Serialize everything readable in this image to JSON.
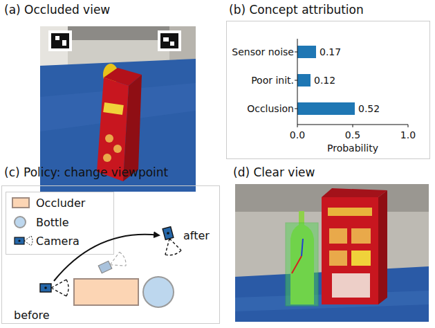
{
  "diagram": {
    "nodes": [
      {
        "text": [
          "(a) Occluded view"
        ]
      },
      {
        "text": [
          "(b) Concept attribution"
        ]
      },
      {
        "text": [
          "(c) Policy: change viewpoint"
        ]
      },
      {
        "text": [
          "(d) Clear view"
        ]
      }
    ],
    "labels": [
      "Sensor noise",
      "Poor init.",
      "Occlusion",
      "0.17",
      "0.12",
      "0.52",
      "0.0",
      "0.5",
      "1.0",
      "Probability",
      "before",
      "after"
    ],
    "legend": [
      {
        "text": "Occluder",
        "color": "#fcd5b4"
      },
      {
        "text": "Bottle",
        "color": "#bdd7ee"
      },
      {
        "text": "Camera"
      }
    ]
  }
}
